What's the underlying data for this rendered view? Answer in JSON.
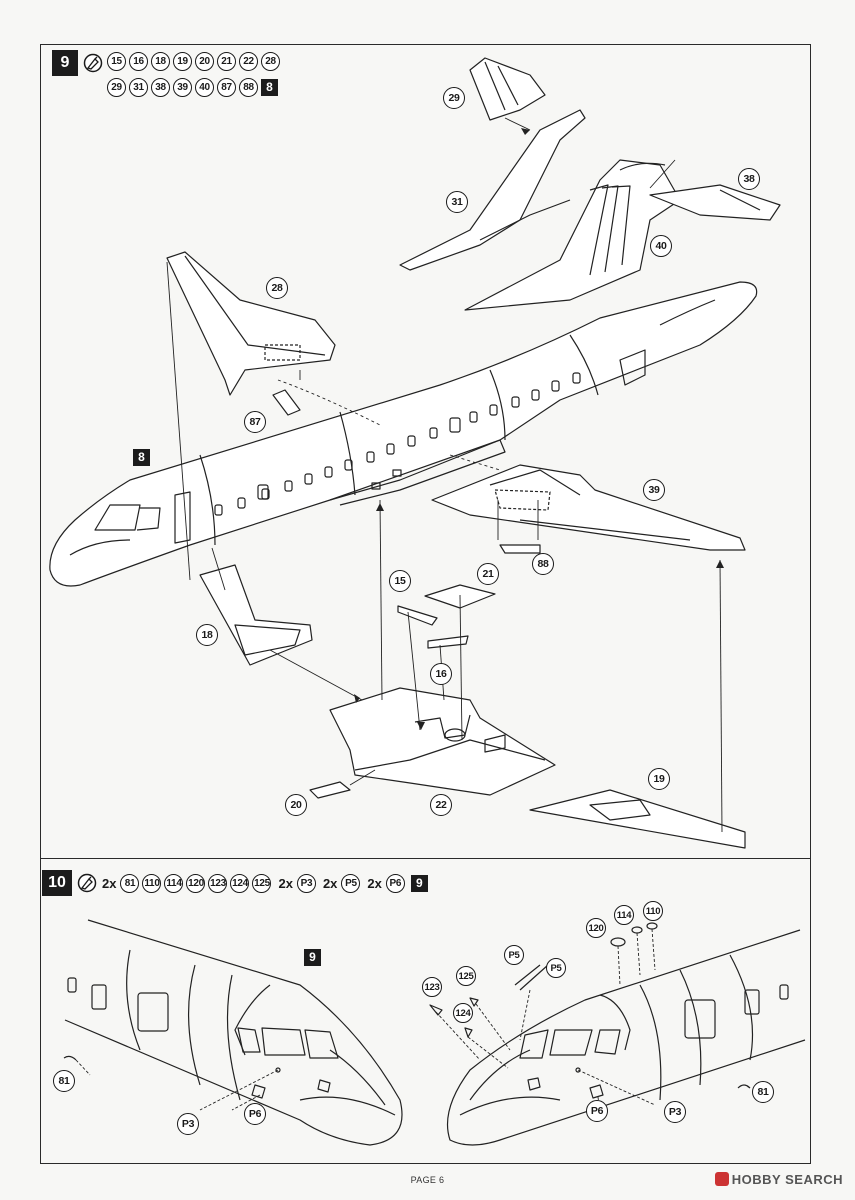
{
  "step9": {
    "number": "9",
    "parts_row1": [
      "15",
      "16",
      "18",
      "19",
      "20",
      "21",
      "22",
      "28"
    ],
    "parts_row2": [
      "29",
      "31",
      "38",
      "39",
      "40",
      "87",
      "88"
    ],
    "ref_step": "8",
    "callouts": {
      "c29": "29",
      "c31": "31",
      "c38": "38",
      "c40": "40",
      "c28": "28",
      "c87": "87",
      "c39": "39",
      "c88": "88",
      "c15": "15",
      "c21": "21",
      "c16": "16",
      "c18": "18",
      "c19": "19",
      "c20": "20",
      "c22": "22"
    },
    "fuselage_ref": "8"
  },
  "step10": {
    "number": "10",
    "parts": [
      {
        "qty": "2x",
        "id": "81"
      },
      {
        "qty": "",
        "id": "110"
      },
      {
        "qty": "",
        "id": "114"
      },
      {
        "qty": "",
        "id": "120"
      },
      {
        "qty": "",
        "id": "123"
      },
      {
        "qty": "",
        "id": "124"
      },
      {
        "qty": "",
        "id": "125"
      },
      {
        "qty": "2x",
        "id": "P3"
      },
      {
        "qty": "2x",
        "id": "P5"
      },
      {
        "qty": "2x",
        "id": "P6"
      }
    ],
    "ref_step": "9",
    "nose_ref": "9",
    "callouts": {
      "left81": "81",
      "leftP3": "P3",
      "leftP6": "P6",
      "r120": "120",
      "r114": "114",
      "r110": "110",
      "r123": "123",
      "r125": "125",
      "r124": "124",
      "rP5a": "P5",
      "rP5b": "P5",
      "rP6": "P6",
      "rP3": "P3",
      "r81": "81"
    }
  },
  "footer": {
    "page": "PAGE 6"
  },
  "watermark": {
    "text": "HOBBY SEARCH"
  }
}
